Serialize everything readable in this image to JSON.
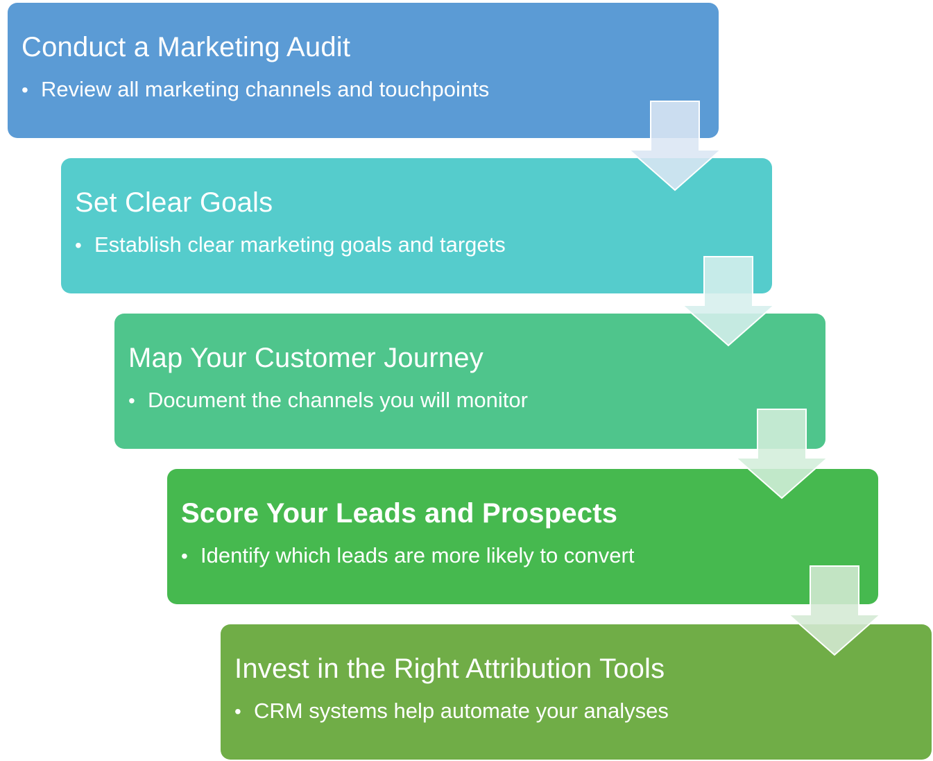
{
  "steps": [
    {
      "title": "Conduct a Marketing Audit",
      "bullet": "Review all marketing channels and touchpoints",
      "color": "#5b9bd5",
      "bold": false
    },
    {
      "title": "Set Clear Goals",
      "bullet": "Establish clear marketing goals and targets",
      "color": "#55cccc",
      "bold": false
    },
    {
      "title": "Map Your Customer Journey",
      "bullet": "Document the channels you will monitor",
      "color": "#4fc58c",
      "bold": false
    },
    {
      "title": "Score Your Leads and Prospects",
      "bullet": "Identify which leads are more likely to convert",
      "color": "#46b94f",
      "bold": true
    },
    {
      "title": "Invest in the Right Attribution Tools",
      "bullet": "CRM systems help automate your analyses",
      "color": "#70ad47",
      "bold": false
    }
  ],
  "bullet_symbol": "•",
  "arrow_icon": "down-arrow-icon"
}
